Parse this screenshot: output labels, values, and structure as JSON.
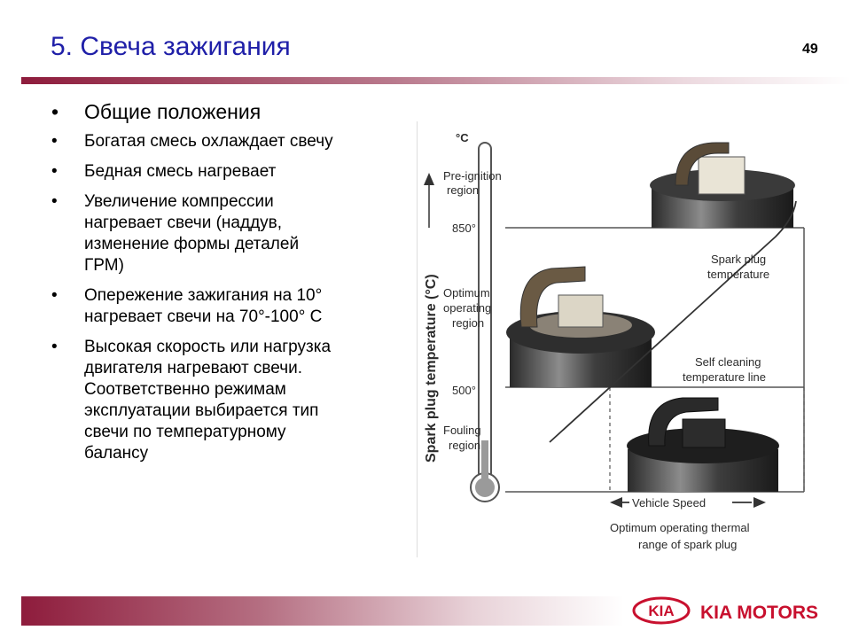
{
  "slide": {
    "title": "5. Свеча зажигания",
    "page_number": "49"
  },
  "bullets": [
    {
      "text": "Общие положения",
      "symbol": "•"
    },
    {
      "text": "Богатая смесь охлаждает свечу",
      "symbol": "•"
    },
    {
      "text": "Бедная смесь нагревает",
      "symbol": "•"
    },
    {
      "text": "Увеличение компрессии\nнагревает свечи (наддув,\nизменение формы деталей\nГРМ)",
      "symbol": "•"
    },
    {
      "text": "Опережение зажигания на 10°\nнагревает  свечи на 70°-100° С",
      "symbol": "•"
    },
    {
      "text": "Высокая скорость или нагрузка\nдвигателя нагревают свечи.\nСоответственно режимам\nэксплуатации выбирается тип\nсвечи по температурному\nбалансу",
      "symbol": "•"
    }
  ],
  "figure": {
    "unit": "°C",
    "y_axis_label": "Spark plug temperature (°C)",
    "tick_850": "850°",
    "tick_500": "500°",
    "region_preignition_1": "Pre-ignition",
    "region_preignition_2": "region",
    "region_optimum_1": "Optimum",
    "region_optimum_2": "operating",
    "region_optimum_3": "region",
    "region_fouling_1": "Fouling",
    "region_fouling_2": "region",
    "label_plug_temp_1": "Spark plug",
    "label_plug_temp_2": "temperature",
    "label_self_clean_1": "Self cleaning",
    "label_self_clean_2": "temperature line",
    "x_axis_label": "Vehicle Speed",
    "range_label_1": "Optimum operating thermal",
    "range_label_2": "range of spark plug"
  },
  "footer": {
    "logo_badge": "KIA",
    "logo_text": "KIA MOTORS",
    "brand_color": "#c8102e"
  }
}
